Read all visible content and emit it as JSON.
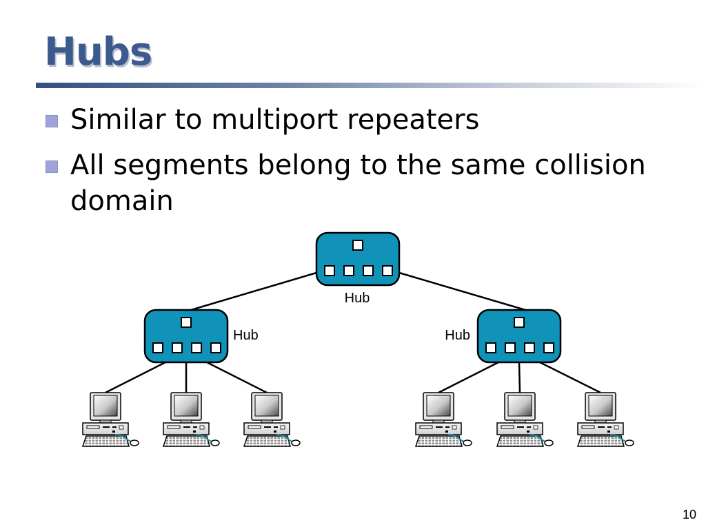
{
  "slide": {
    "title": "Hubs",
    "bullets": [
      "Similar to multiport repeaters",
      "All segments belong to the same collision domain"
    ],
    "page_number": "10"
  },
  "diagram": {
    "hubs": [
      {
        "label": "Hub"
      },
      {
        "label": "Hub"
      },
      {
        "label": "Hub"
      }
    ],
    "computers_per_hub": 3,
    "colors": {
      "hub_fill": "#1192b8",
      "title": "#3c5a8e",
      "bullet": "#9ea3d9",
      "link": "#000000"
    }
  }
}
